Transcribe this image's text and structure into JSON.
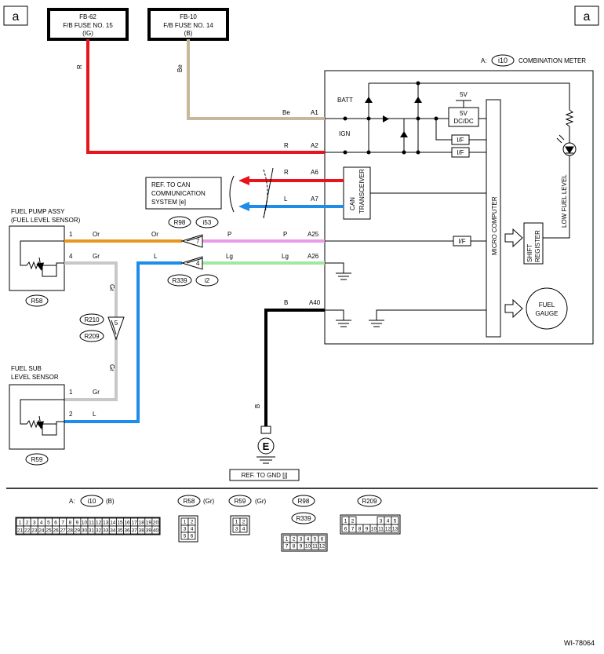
{
  "page_marks": {
    "left": "a",
    "right": "a"
  },
  "fuses": [
    {
      "l1": "FB-62",
      "l2": "F/B FUSE NO. 15",
      "l3": "(IG)"
    },
    {
      "l1": "FB-10",
      "l2": "F/B FUSE NO. 14",
      "l3": "(B)"
    }
  ],
  "meter": {
    "prefix": "A:",
    "code": "i10",
    "name": "COMBINATION METER"
  },
  "colors": {
    "red": "#e8141c",
    "beige": "#c8b79a",
    "orange": "#e8961e",
    "pink": "#e89be8",
    "blue": "#1e8ce8",
    "lightgreen": "#a0e8a0",
    "gray": "#c8c8c8",
    "black": "#000000"
  },
  "wire_colors": {
    "r": "R",
    "be": "Be",
    "l": "L",
    "or": "Or",
    "gr": "Gr",
    "p": "P",
    "lg": "Lg",
    "b": "B"
  },
  "pins": {
    "a1": "A1",
    "a2": "A2",
    "a6": "A6",
    "a7": "A7",
    "a25": "A25",
    "a26": "A26",
    "a40": "A40"
  },
  "internal": {
    "batt": "BATT",
    "ign": "IGN",
    "v5": "5V",
    "dcdc1": "5V",
    "dcdc2": "DC/DC",
    "if": "I/F",
    "can1": "CAN",
    "can2": "TRANSCEIVER",
    "micro": "MICRO COMPUTER",
    "shift1": "SHIFT",
    "shift2": "REGISTER",
    "gauge1": "FUEL",
    "gauge2": "GAUGE",
    "low_fuel": "LOW FUEL LEVEL"
  },
  "can_ref": [
    "REF. TO CAN",
    "COMMUNICATION",
    "SYSTEM [e]"
  ],
  "pump": {
    "l1": "FUEL PUMP ASSY",
    "l2": "(FUEL LEVEL SENSOR)",
    "pin1": "1",
    "pin4": "4",
    "conn": "R58"
  },
  "sub": {
    "l1": "FUEL SUB",
    "l2": "LEVEL SENSOR",
    "pin1": "1",
    "pin2": "2",
    "conn": "R59"
  },
  "joints": {
    "r98": "R98",
    "i53": "i53",
    "r339": "R339",
    "i2": "i2",
    "n7": "7",
    "n4": "4",
    "r210": "R210",
    "r209": "R209",
    "n5": "5"
  },
  "ground": {
    "symbol": "E",
    "ref": "REF. TO GND [j]"
  },
  "connectors": {
    "i10": {
      "prefix": "A:",
      "code": "i10",
      "color": "(B)",
      "row1": [
        "1",
        "2",
        "3",
        "4",
        "5",
        "6",
        "7",
        "8",
        "9",
        "10",
        "11",
        "12",
        "13",
        "14",
        "15",
        "16",
        "17",
        "18",
        "19",
        "20"
      ],
      "row2": [
        "21",
        "22",
        "23",
        "24",
        "25",
        "26",
        "27",
        "28",
        "29",
        "30",
        "31",
        "32",
        "33",
        "34",
        "35",
        "36",
        "37",
        "38",
        "39",
        "40"
      ]
    },
    "r58": {
      "code": "R58",
      "color": "(Gr)",
      "rows": [
        [
          "1",
          "2"
        ],
        [
          "3",
          "4"
        ],
        [
          "5",
          "6"
        ]
      ]
    },
    "r59": {
      "code": "R59",
      "color": "(Gr)",
      "rows": [
        [
          "1",
          "2"
        ],
        [
          "3",
          "4"
        ]
      ]
    },
    "r98": {
      "code1": "R98",
      "code2": "R339",
      "row1": [
        "1",
        "2",
        "3",
        "4",
        "5",
        "6"
      ],
      "row2": [
        "7",
        "8",
        "9",
        "10",
        "11",
        "12"
      ]
    },
    "r209": {
      "code": "R209",
      "row1": [
        "1",
        "2",
        "3",
        "4",
        "5"
      ],
      "row2": [
        "6",
        "7",
        "8",
        "9",
        "10",
        "11",
        "12",
        "13"
      ]
    }
  },
  "figure_id": "WI-78064"
}
